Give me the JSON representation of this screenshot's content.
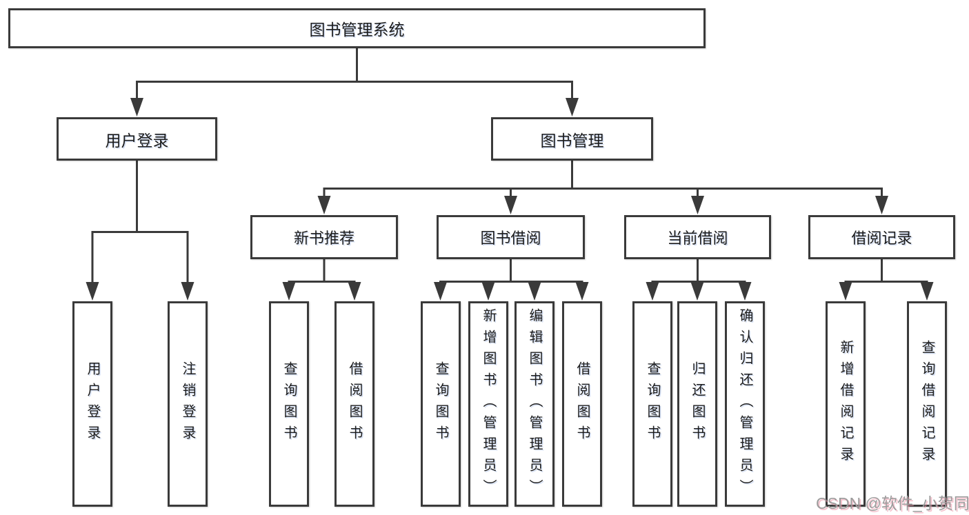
{
  "title": "图书管理系统",
  "colors": {
    "line": "#3a3a3a",
    "background": "#ffffff",
    "text": "#1c1c1c",
    "watermark_gray": "#9c9c9c",
    "watermark_pink": "#ed91a6"
  },
  "nodes": {
    "root": {
      "label": "图书管理系统"
    },
    "branches": {
      "login": {
        "label": "用户登录"
      },
      "management": {
        "label": "图书管理"
      }
    },
    "sections": {
      "recommend": {
        "label": "新书推荐"
      },
      "borrow": {
        "label": "图书借阅"
      },
      "current": {
        "label": "当前借阅"
      },
      "records": {
        "label": "借阅记录"
      }
    },
    "leaves": {
      "user_login": {
        "label": "用户登录"
      },
      "logout": {
        "label": "注销登录"
      },
      "recommend_query": {
        "label": "查询图书"
      },
      "recommend_borrow": {
        "label": "借阅图书"
      },
      "borrow_query": {
        "label": "查询图书"
      },
      "borrow_add": {
        "label": "新增图书（管理员）"
      },
      "borrow_edit": {
        "label": "编辑图书（管理员）"
      },
      "borrow_borrow": {
        "label": "借阅图书"
      },
      "current_query": {
        "label": "查询图书"
      },
      "current_return": {
        "label": "归还图书"
      },
      "current_confirm": {
        "label": "确认归还（管理员）"
      },
      "records_add": {
        "label": "新增借阅记录"
      },
      "records_query": {
        "label": "查询借阅记录"
      }
    }
  },
  "watermark": {
    "text": "CSDN @软件_小贺同学"
  }
}
